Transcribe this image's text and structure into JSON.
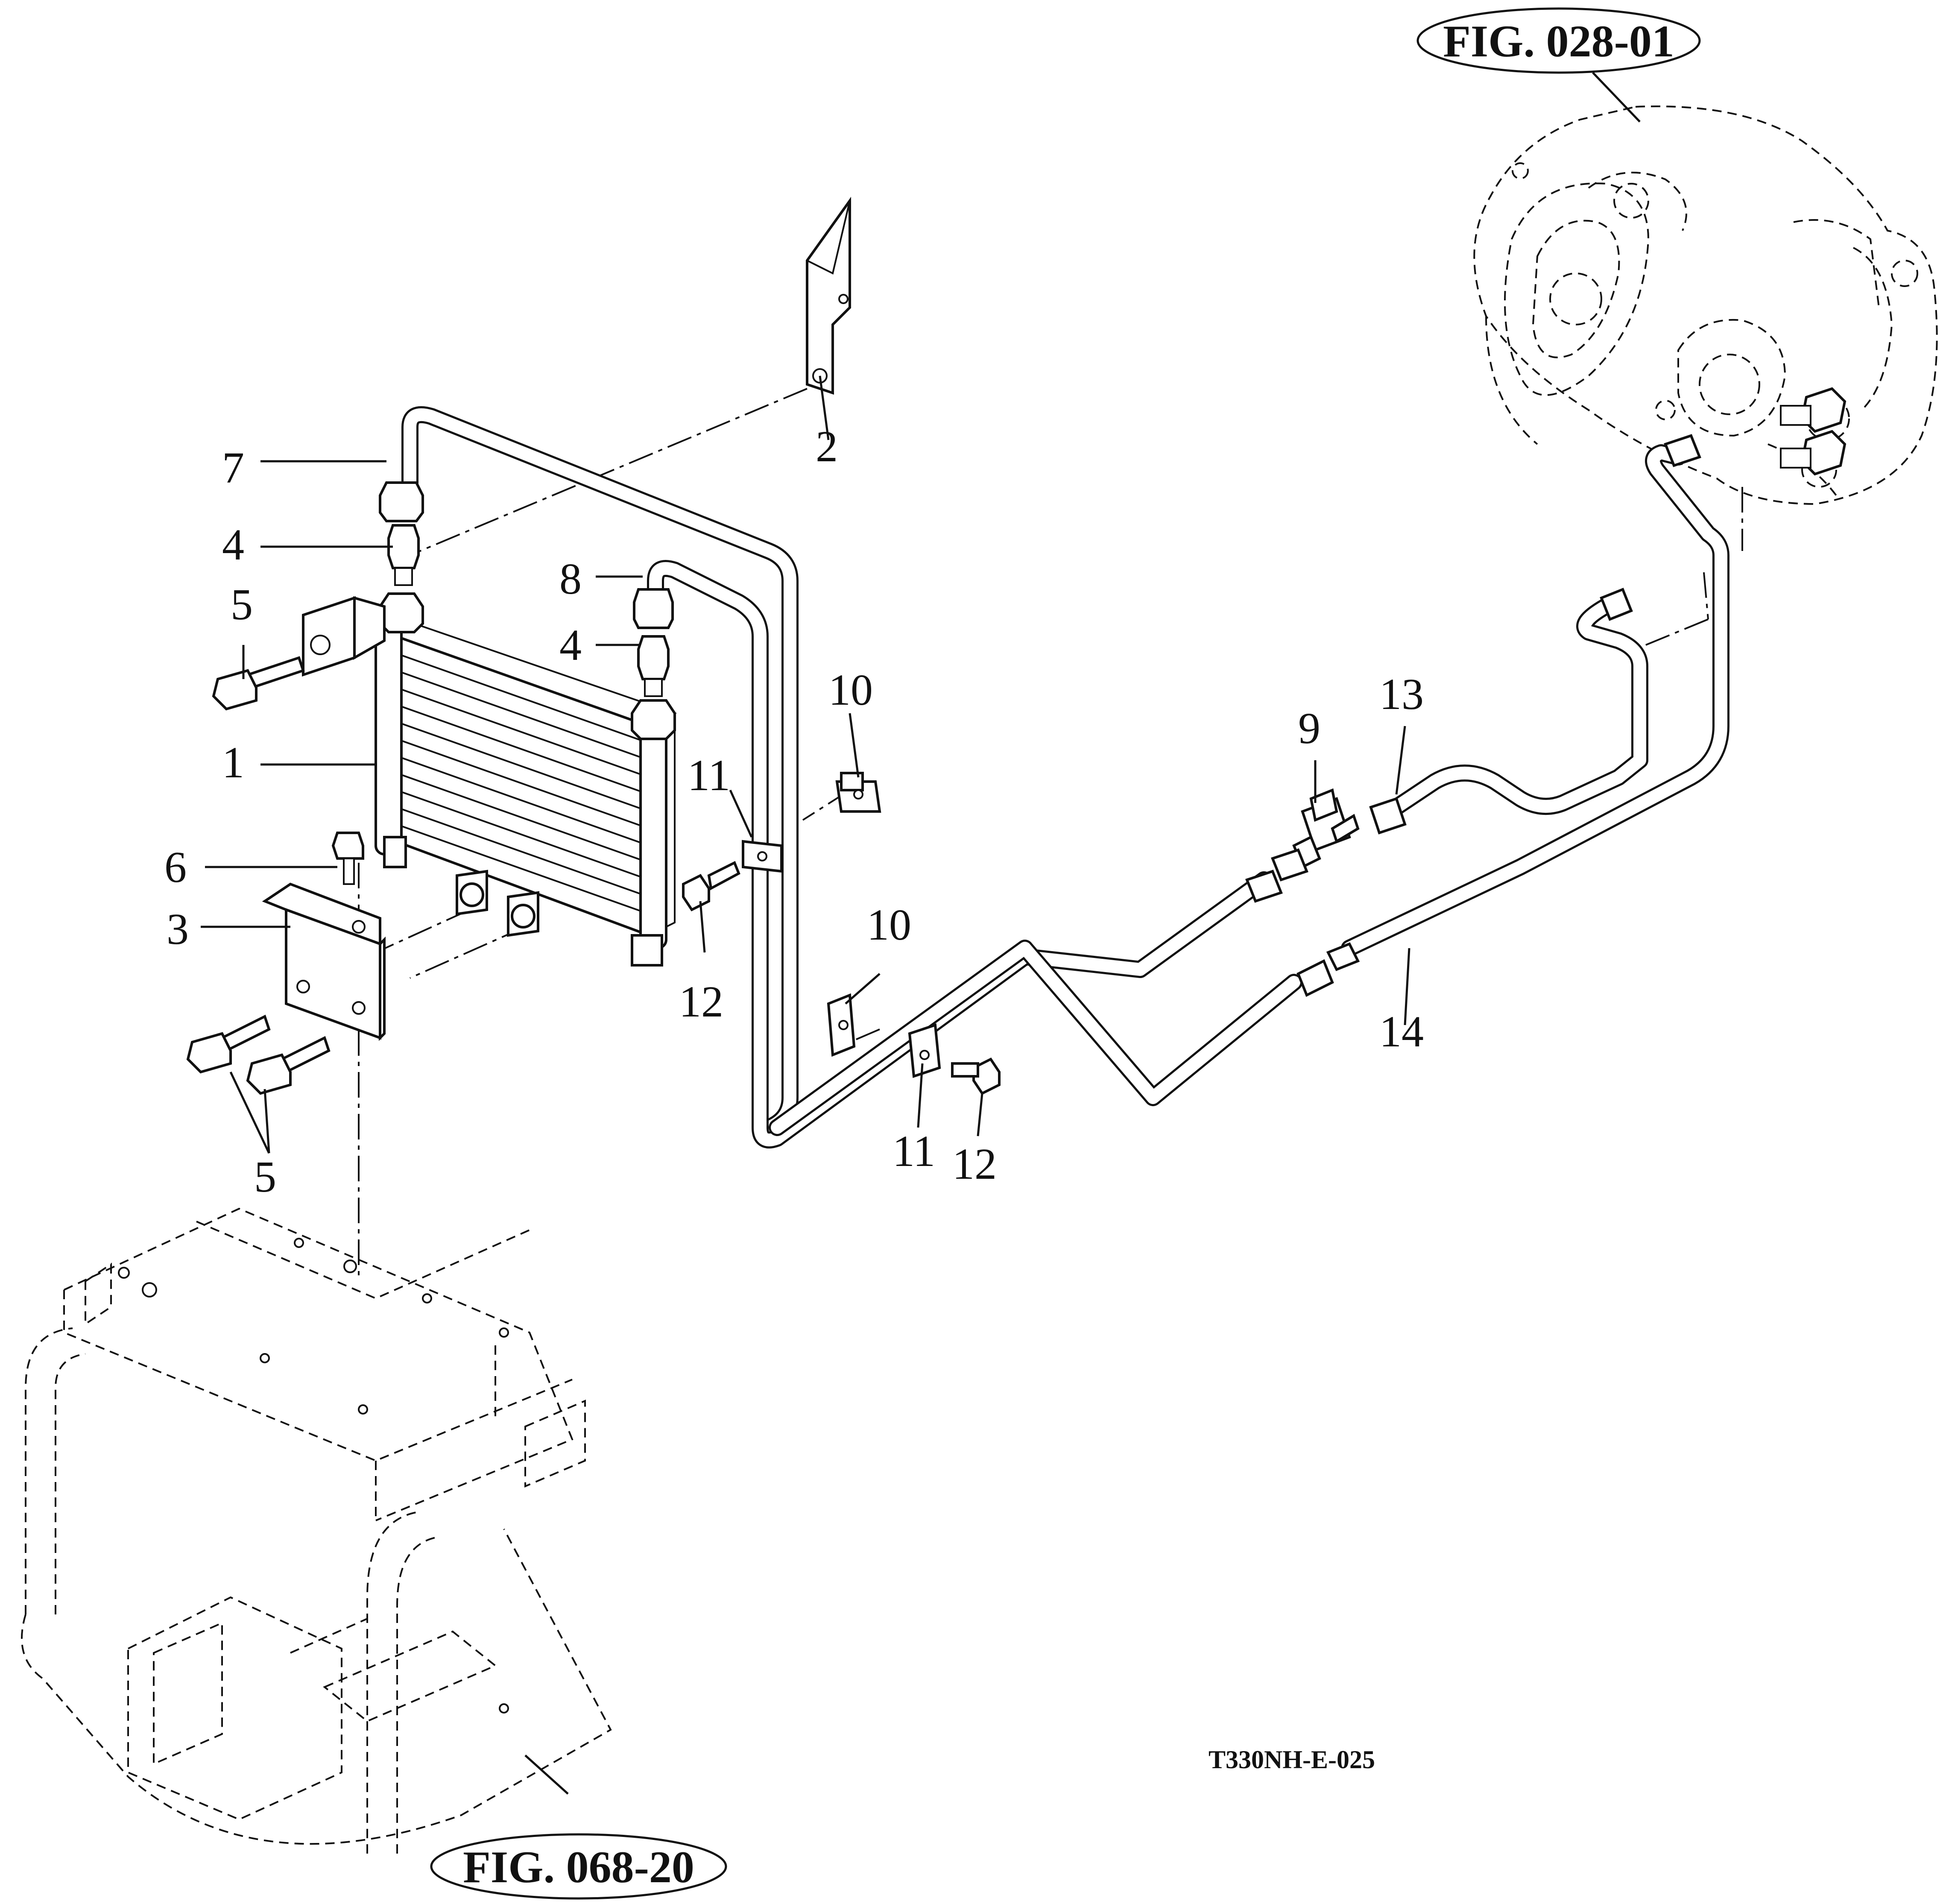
{
  "callouts": {
    "c1": "1",
    "c2": "2",
    "c3": "3",
    "c4a": "4",
    "c4b": "4",
    "c5a": "5",
    "c5b": "5",
    "c6": "6",
    "c7": "7",
    "c8": "8",
    "c9": "9",
    "c10a": "10",
    "c10b": "10",
    "c11a": "11",
    "c11b": "11",
    "c12a": "12",
    "c12b": "12",
    "c13": "13",
    "c14": "14"
  },
  "references": {
    "top": "FIG. 028-01",
    "bottom": "FIG. 068-20"
  },
  "drawing_code": "T330NH-E-025"
}
